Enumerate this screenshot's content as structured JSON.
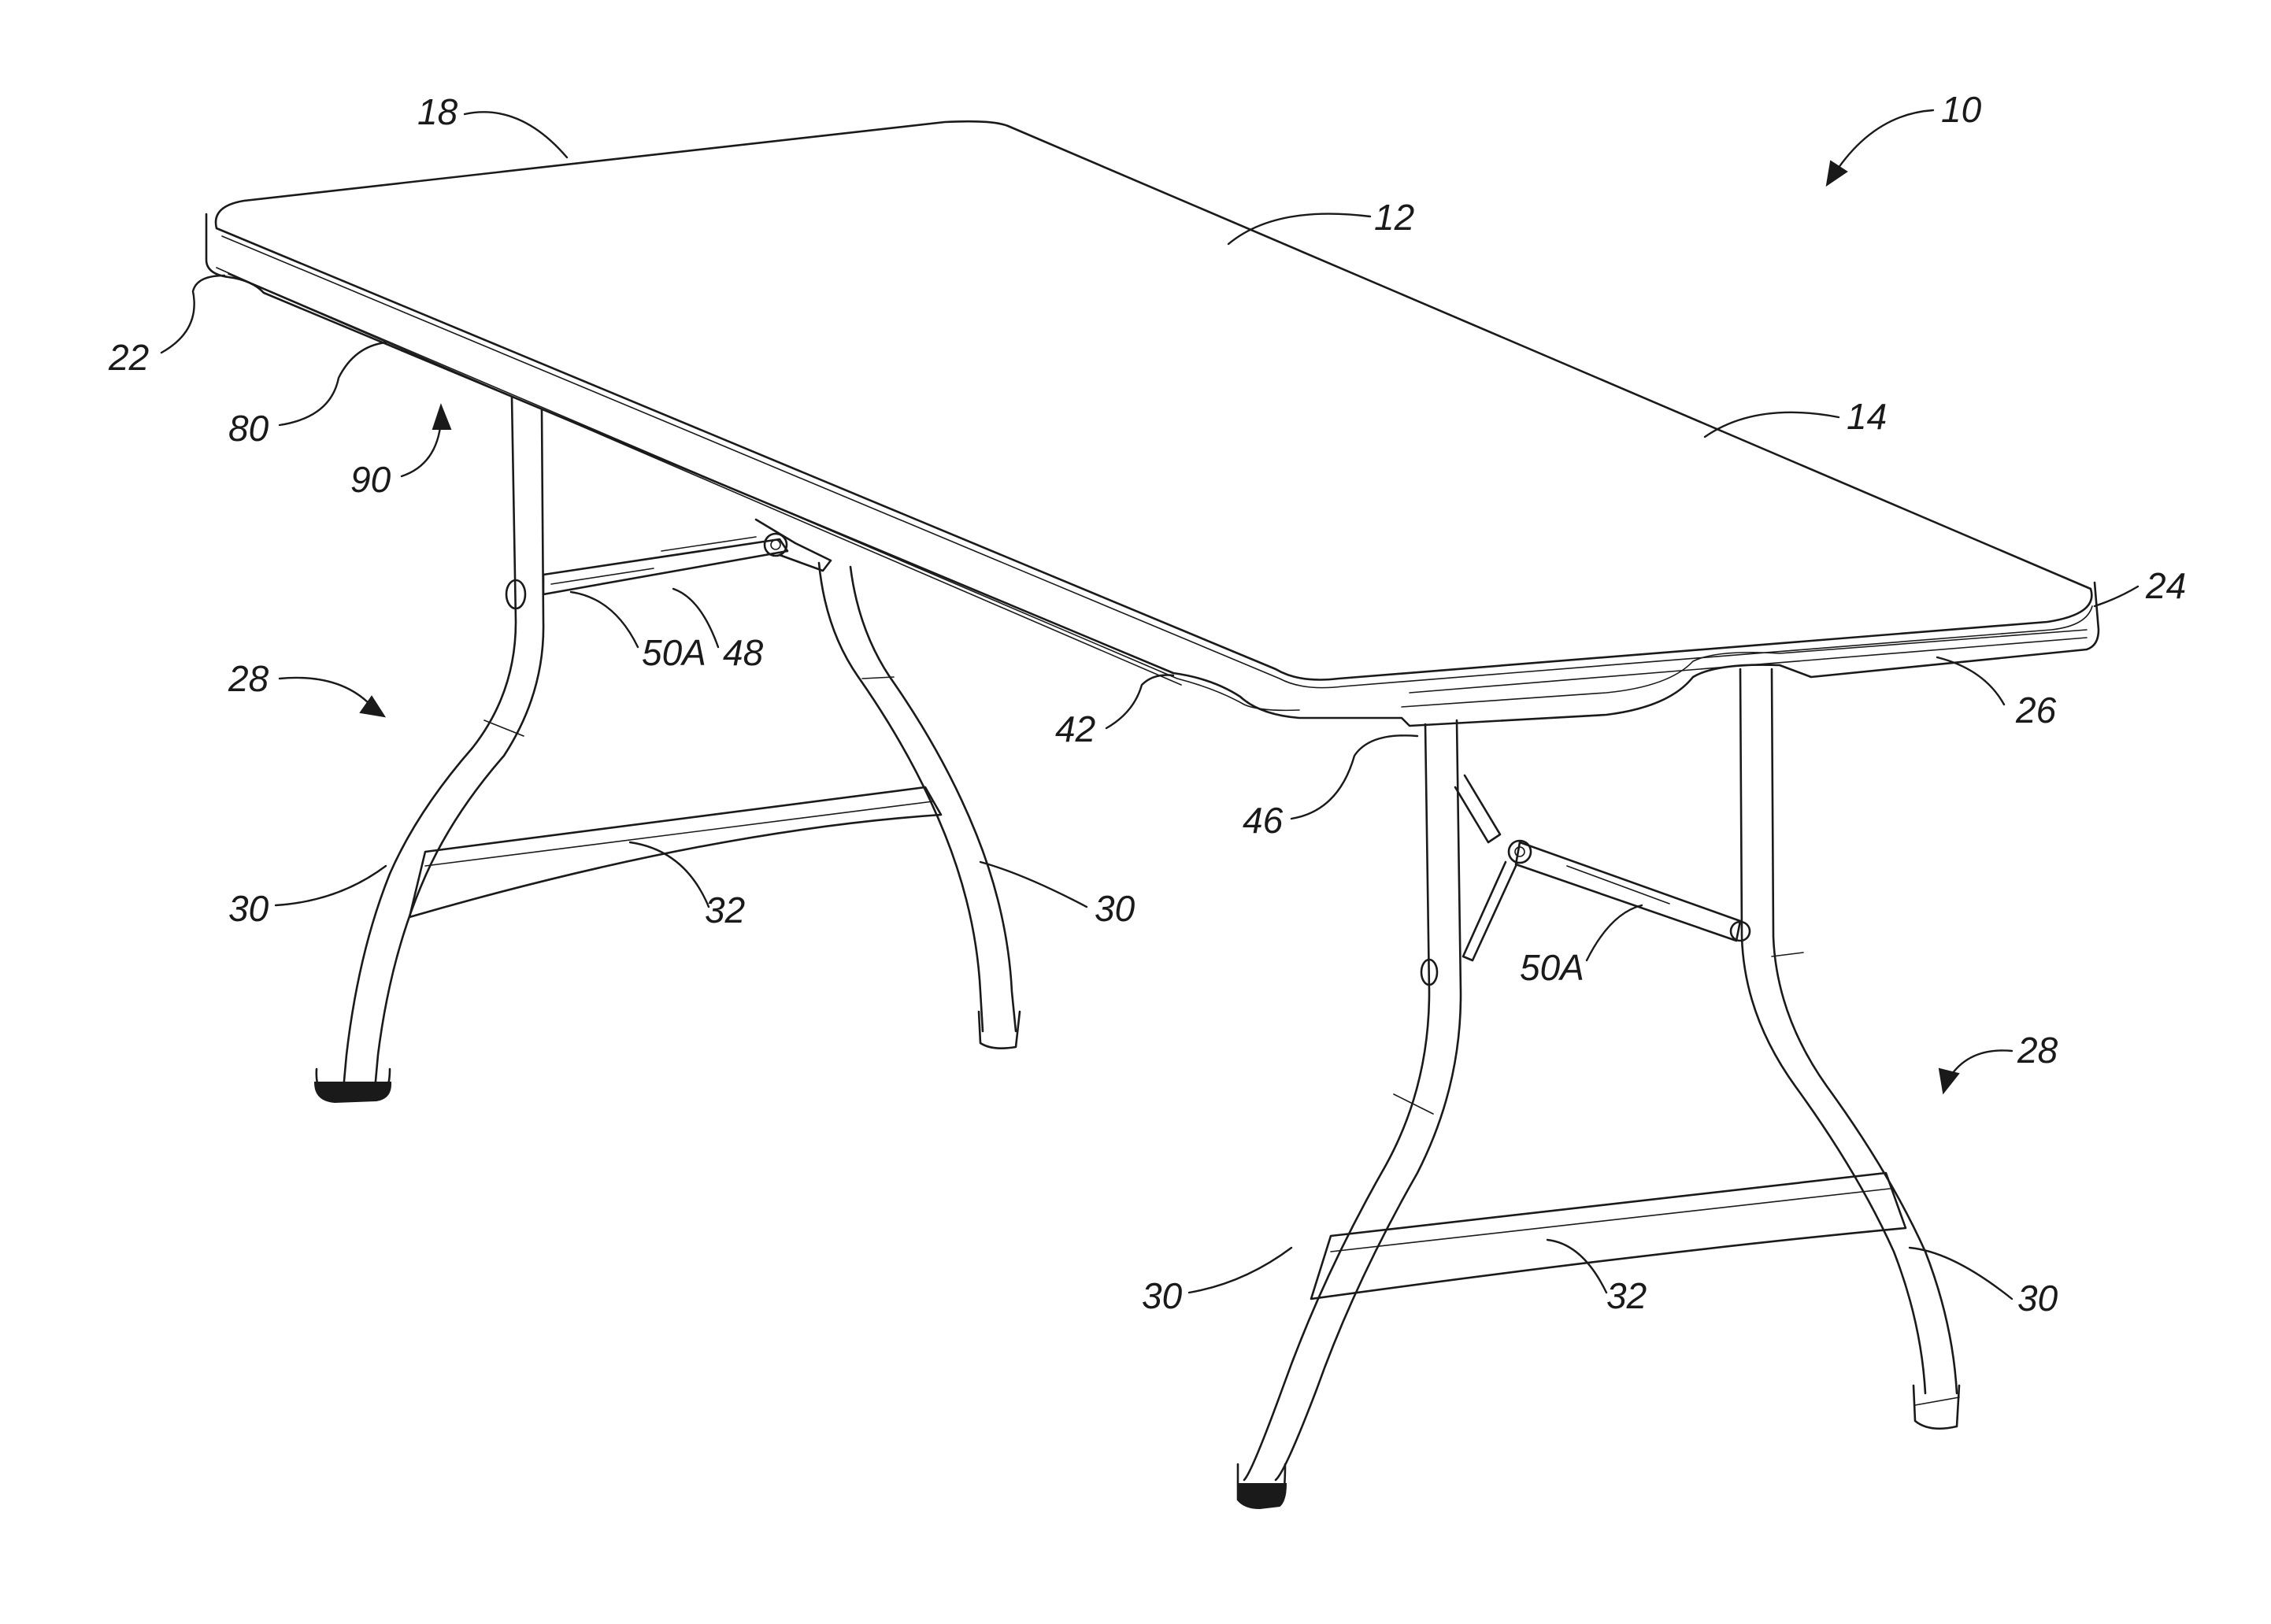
{
  "refs": {
    "r10": "10",
    "r12": "12",
    "r14": "14",
    "r18": "18",
    "r22": "22",
    "r24": "24",
    "r26": "26",
    "r28_left": "28",
    "r28_right": "28",
    "r30_left_a": "30",
    "r30_left_b": "30",
    "r30_right_a": "30",
    "r30_right_b": "30",
    "r32_left": "32",
    "r32_right": "32",
    "r42": "42",
    "r46": "46",
    "r48": "48",
    "r50a_left": "50A",
    "r50a_right": "50A",
    "r80": "80",
    "r90": "90"
  },
  "colors": {
    "line": "#1a1a1a",
    "background": "#ffffff"
  }
}
